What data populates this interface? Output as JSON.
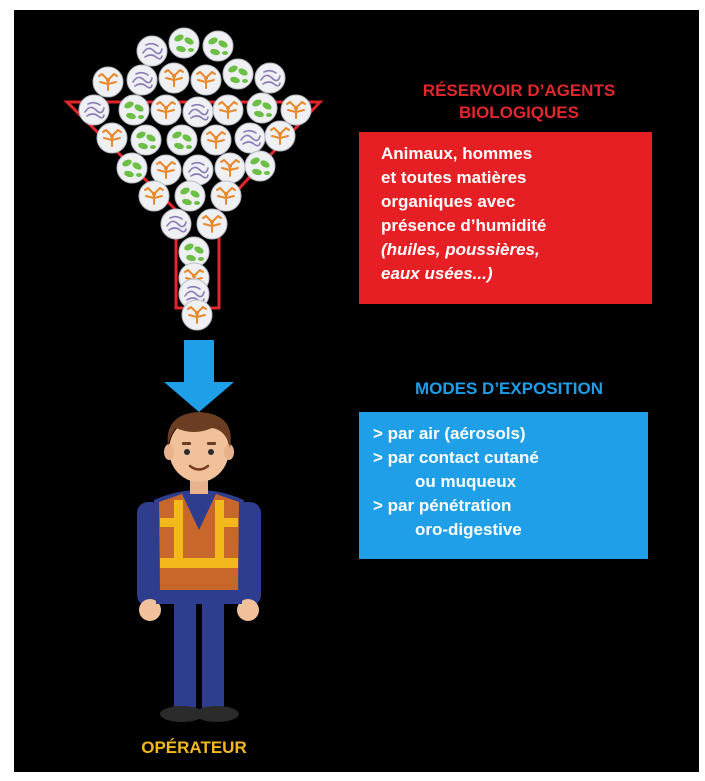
{
  "reservoir": {
    "title_line1": "RÉSERVOIR D’AGENTS",
    "title_line2": "BIOLOGIQUES",
    "text_line1": "Animaux, hommes",
    "text_line2": "et toutes matières",
    "text_line3": "organiques avec",
    "text_line4": "présence d’humidité",
    "examples_line1": "(huiles, poussières,",
    "examples_line2": "eaux usées...)"
  },
  "exposure": {
    "title": "MODES D’EXPOSITION",
    "items": [
      {
        "line1": "> par air (aérosols)",
        "line2": ""
      },
      {
        "line1": "> par contact cutané",
        "line2": "ou muqueux"
      },
      {
        "line1": "> par pénétration",
        "line2": "oro-digestive"
      }
    ]
  },
  "operator": {
    "label": "OPÉRATEUR"
  },
  "colors": {
    "background": "#000000",
    "reservoir_red": "#e61f25",
    "exposure_blue": "#1f9fe8",
    "operator_yellow": "#f3b81c",
    "funnel_outline": "#e1262c"
  },
  "icons": {
    "agents": [
      "virus-icon",
      "bacteria-icon",
      "fungus-icon"
    ],
    "arrow": "arrow-down-icon",
    "worker": "worker-figure"
  }
}
